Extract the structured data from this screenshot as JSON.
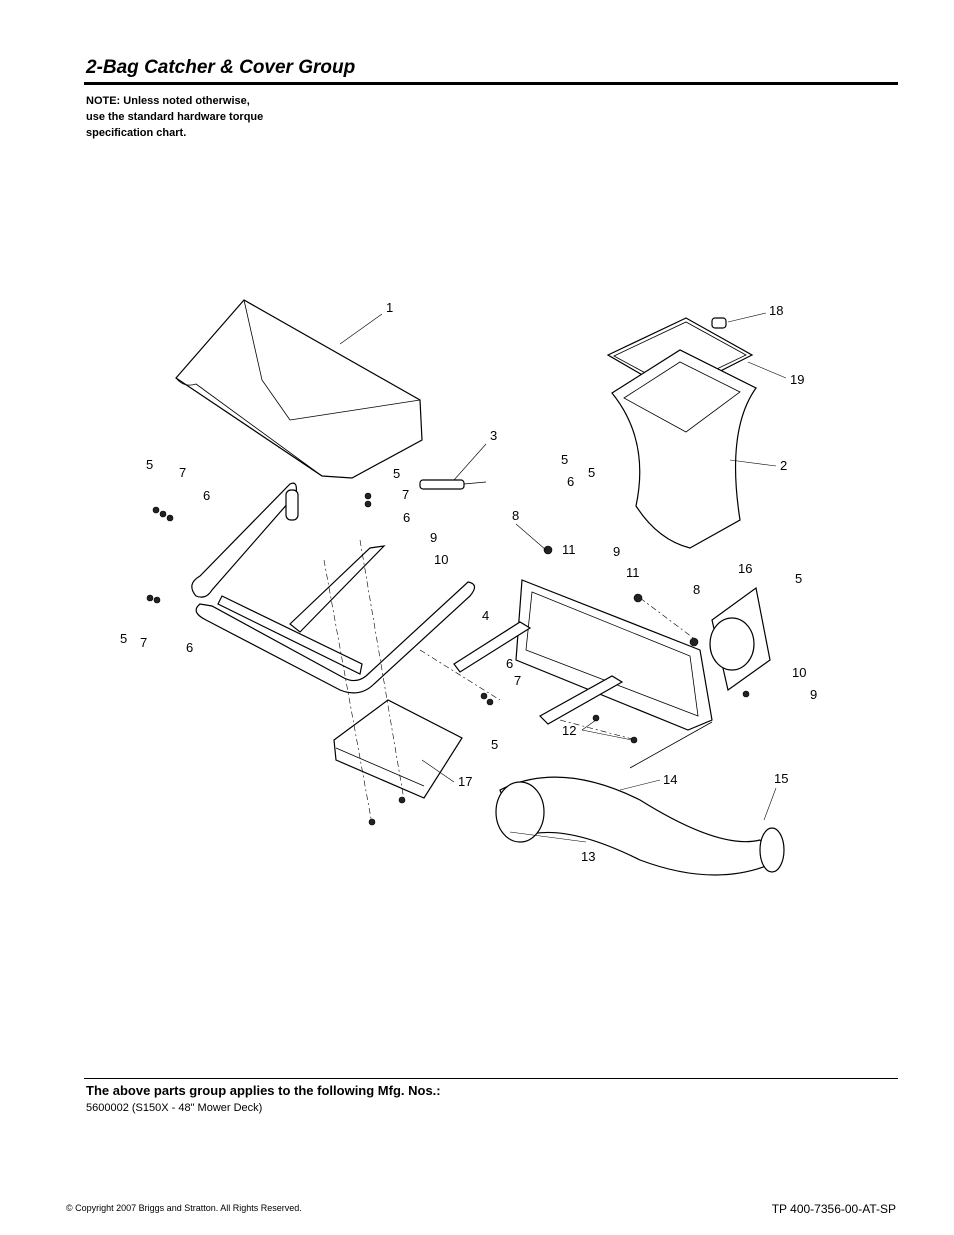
{
  "header": {
    "title": "2-Bag Catcher & Cover Group",
    "note_lines": [
      "NOTE: Unless noted otherwise,",
      "use the standard hardware torque",
      "specification chart."
    ]
  },
  "diagram": {
    "callouts": [
      "1",
      "18",
      "19",
      "2",
      "3",
      "5",
      "7",
      "6",
      "5",
      "7",
      "6",
      "5",
      "6",
      "5",
      "8",
      "9",
      "10",
      "11",
      "9",
      "11",
      "8",
      "16",
      "5",
      "4",
      "5",
      "7",
      "6",
      "6",
      "7",
      "5",
      "10",
      "9",
      "12",
      "14",
      "15",
      "17",
      "13"
    ]
  },
  "footer": {
    "applies_heading": "The above parts group applies to the following Mfg. Nos.:",
    "mfg_numbers": "5600002 (S150X  - 48\" Mower Deck)",
    "copyright": "© Copyright  2007 Briggs and Stratton. All Rights Reserved.",
    "doc_number": "TP 400-7356-00-AT-SP"
  }
}
